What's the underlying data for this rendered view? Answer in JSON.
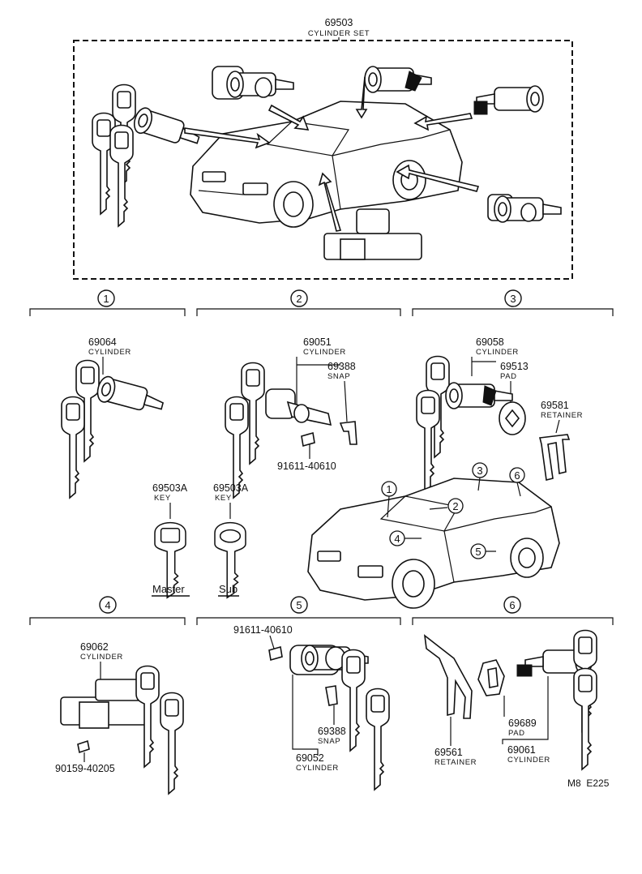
{
  "cylinder_set": {
    "part_no": "69503",
    "name": "CYLINDER SET"
  },
  "sections": {
    "s1": {
      "num": "1",
      "part_no": "69064",
      "name": "CYLINDER"
    },
    "s2": {
      "num": "2",
      "cyl_no": "69051",
      "cyl_name": "CYLINDER",
      "snap_no": "69388",
      "snap_name": "SNAP",
      "screw_no": "91611-40610"
    },
    "s3": {
      "num": "3",
      "cyl_no": "69058",
      "cyl_name": "CYLINDER",
      "pad_no": "69513",
      "pad_name": "PAD",
      "ret_no": "69581",
      "ret_name": "RETAINER"
    },
    "s4": {
      "num": "4",
      "cyl_no": "69062",
      "cyl_name": "CYLINDER",
      "screw_no": "90159-40205"
    },
    "s5": {
      "num": "5",
      "screw_no": "91611-40610",
      "snap_no": "69388",
      "snap_name": "SNAP",
      "cyl_no": "69052",
      "cyl_name": "CYLINDER"
    },
    "s6": {
      "num": "6",
      "ret_no": "69561",
      "ret_name": "RETAINER",
      "pad_no": "69689",
      "pad_name": "PAD",
      "cyl_no": "69061",
      "cyl_name": "CYLINDER"
    }
  },
  "keys": {
    "master": {
      "part_no": "69503A",
      "name": "KEY",
      "label": "Master"
    },
    "sub": {
      "part_no": "69503A",
      "name": "KEY",
      "label": "Sub"
    }
  },
  "car_callouts": [
    "1",
    "2",
    "3",
    "4",
    "5",
    "6"
  ],
  "footer_code": "M8  E225"
}
